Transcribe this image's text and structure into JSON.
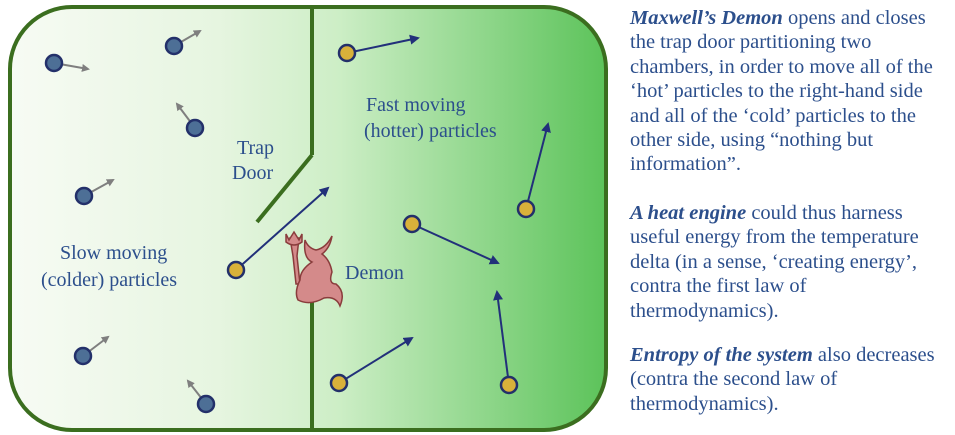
{
  "diagram": {
    "labels": {
      "fast_1": "Fast moving",
      "fast_2": "(hotter) particles",
      "trap_1": "Trap",
      "trap_2": "Door",
      "slow_1": "Slow moving",
      "slow_2": "(colder) particles",
      "demon": "Demon"
    },
    "colors": {
      "border": "#3b6e1f",
      "cold_particle": "#4d6f96",
      "hot_particle": "#d9b13a",
      "particle_outline": "#23306a",
      "cold_arrow": "#7f7f7f",
      "hot_arrow": "#22307a",
      "demon": "#d48a8a",
      "text": "#2c4f8c"
    }
  },
  "description": [
    {
      "emphasis": "Maxwell’s Demon",
      "text": " opens and closes the trap door partitioning two chambers, in order to move all of the ‘hot’ particles to the right-hand side and all of the ‘cold’ particles to the other side, using “nothing but information”."
    },
    {
      "emphasis": "A heat engine",
      "text": " could thus harness useful energy from the temperature delta (in a sense, ‘creating energy’, contra the first law of thermodynamics)."
    },
    {
      "emphasis": "Entropy of the system",
      "text": " also decreases (contra the second law of thermodynamics)."
    }
  ]
}
